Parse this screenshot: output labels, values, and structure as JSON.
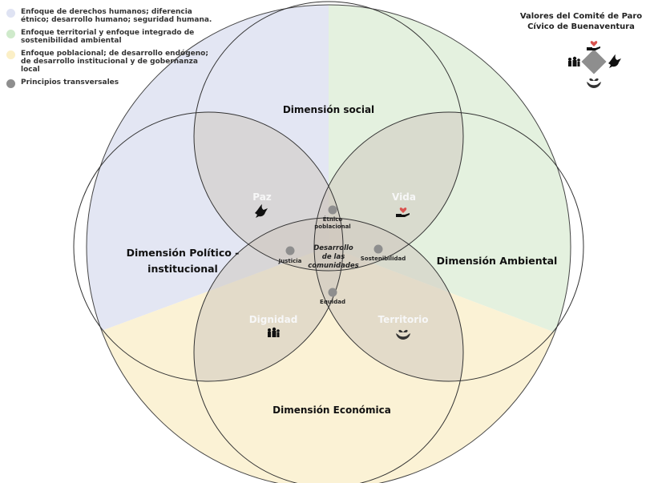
{
  "legend": {
    "items": [
      {
        "label": "Enfoque de derechos humanos; diferencia étnico; desarrollo humano; seguridad humana.",
        "color": "#e3e6f3"
      },
      {
        "label": "Enfoque territorial y enfoque integrado de sostenibilidad ambiental",
        "color": "#d6ecd3"
      },
      {
        "label": "Enfoque poblacional; de desarrollo endógeno; de desarrollo institucional y de gobernanza local",
        "color": "#fbf0cc"
      },
      {
        "label": "Principios transversales",
        "color": "#8e8e8e"
      }
    ]
  },
  "values_box": {
    "title_line1": "Valores del Comité de Paro",
    "title_line2": "Cívico de Buenaventura"
  },
  "dimensions": {
    "social": "Dimensión social",
    "politico_line1": "Dimensión Político -",
    "politico_line2": "institucional",
    "ambiental": "Dimensión Ambiental",
    "economica": "Dimensión Económica"
  },
  "values": {
    "paz": "Paz",
    "vida": "Vida",
    "dignidad": "Dignidad",
    "territorio": "Territorio"
  },
  "principles": {
    "etnico_line1": "Étnico",
    "etnico_line2": "poblacional",
    "justicia": "Justicia",
    "sostenibilidad": "Sostenibilidad",
    "equidad": "Equidad"
  },
  "center": {
    "line1": "Desarrollo",
    "line2": "de las",
    "line3": "comunidades"
  },
  "colors": {
    "blue_sector": "#e3e6f3",
    "green_sector": "#e4f1df",
    "yellow_sector": "#fbf2d5",
    "overlap": "#cfc9c0",
    "circle_stroke": "#333333",
    "principle_dot": "#8e8e8e",
    "diamond": "#8e8e8e",
    "heart": "#d9534f",
    "value_text": "#f7f7f7"
  },
  "icons": {
    "paz": "dove-icon",
    "vida": "heart-in-hand-icon",
    "dignidad": "people-icon",
    "territorio": "plant-in-hands-icon"
  }
}
